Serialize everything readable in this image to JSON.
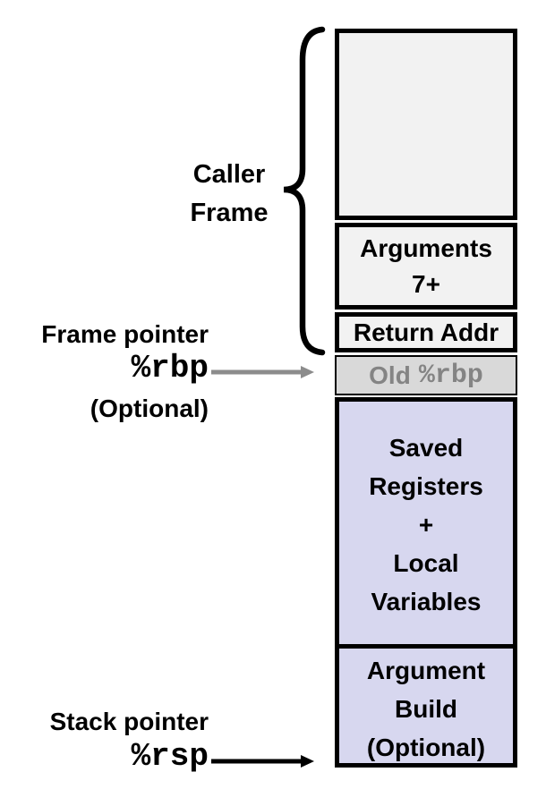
{
  "colors": {
    "light_fill": "#f2f2f2",
    "gray_fill": "#d9d9d9",
    "lavender_fill": "#d7d7ef",
    "border": "#000000",
    "muted_text": "#848484",
    "gray_arrow": "#8c8c8c",
    "black_arrow": "#000000"
  },
  "left_labels": {
    "caller_frame_line1": "Caller",
    "caller_frame_line2": "Frame",
    "frame_pointer_title": "Frame pointer",
    "frame_pointer_register": "%rbp",
    "frame_pointer_note": "(Optional)",
    "stack_pointer_title": "Stack pointer",
    "stack_pointer_register": "%rsp"
  },
  "stack": {
    "arguments_line1": "Arguments",
    "arguments_line2": "7+",
    "return_addr": "Return Addr",
    "old_rbp_prefix": "Old",
    "old_rbp_register": "%rbp",
    "saved_regs_lines": [
      "Saved",
      "Registers",
      "+",
      "Local",
      "Variables"
    ],
    "argument_build_lines": [
      "Argument",
      "Build",
      "(Optional)"
    ]
  }
}
